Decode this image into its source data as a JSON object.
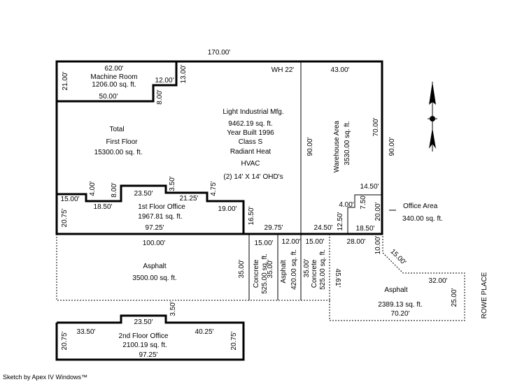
{
  "first_floor": {
    "overall_width": "170.00'",
    "total_label": "Total",
    "floor_label": "First Floor",
    "total_area": "15300.00 sq. ft.",
    "wh_label": "WH 22'",
    "left_height": "20.75'"
  },
  "machine_room": {
    "name": "Machine Room",
    "area": "1206.00 sq. ft.",
    "dims": [
      "62.00'",
      "21.00'",
      "50.00'",
      "8.00'",
      "12.00'",
      "13.00'"
    ]
  },
  "light_industrial": {
    "lines": [
      "Light Industrial Mfg.",
      "9462.19 sq. ft.",
      "Year Built 1996",
      "Class S",
      "Radiant Heat",
      "HVAC",
      "(2) 14' X 14' OHD's"
    ]
  },
  "first_floor_office": {
    "name": "1st Floor Office",
    "area": "1967.81 sq. ft.",
    "dims": [
      "15.00'",
      "4.00'",
      "18.50'",
      "8.00'",
      "23.50'",
      "3.50'",
      "21.25'",
      "4.75'",
      "19.00'",
      "16.50'",
      "97.25'",
      "29.75'"
    ]
  },
  "warehouse": {
    "name": "Warehouse Area",
    "area": "3530.00 sq. ft.",
    "dims": [
      "43.00'",
      "90.00'",
      "70.00'",
      "90.00'",
      "14.50'",
      "24.50'"
    ]
  },
  "office_area": {
    "name": "Office Area",
    "area": "340.00 sq. ft.",
    "dims": [
      "4.00'",
      "7.50'",
      "12.50'",
      "20.00'",
      "18.50'"
    ]
  },
  "paving": {
    "asphalt_main": {
      "name": "Asphalt",
      "area": "3500.00 sq. ft.",
      "width": "100.00'",
      "height": "35.00'"
    },
    "concrete_1": {
      "name": "Concrete",
      "area": "525.00 sq. ft.",
      "width": "15.00'",
      "height": "35.00'"
    },
    "asphalt_strip": {
      "name": "Asphalt",
      "area": "420.00 sq. ft.",
      "width": "12.00'"
    },
    "concrete_2": {
      "name": "Concrete",
      "area": "525.00 sq. ft.",
      "width": "15.00'",
      "height": "35.00'"
    },
    "asphalt_right": {
      "name": "Asphalt",
      "area": "2389.13 sq. ft.",
      "dims": [
        "28.00'",
        "10.00'",
        "15.00'",
        "32.00'",
        "25.00'",
        "70.20'",
        "45.61'"
      ]
    }
  },
  "street": "ROWE PLACE",
  "second_floor_office": {
    "name": "2nd Floor Office",
    "area": "2100.19 sq. ft.",
    "dims": [
      "23.50'",
      "3.50'",
      "33.50'",
      "40.25'",
      "20.75'",
      "20.75'",
      "97.25'"
    ]
  },
  "footer": "Sketch by Apex IV Windows™"
}
